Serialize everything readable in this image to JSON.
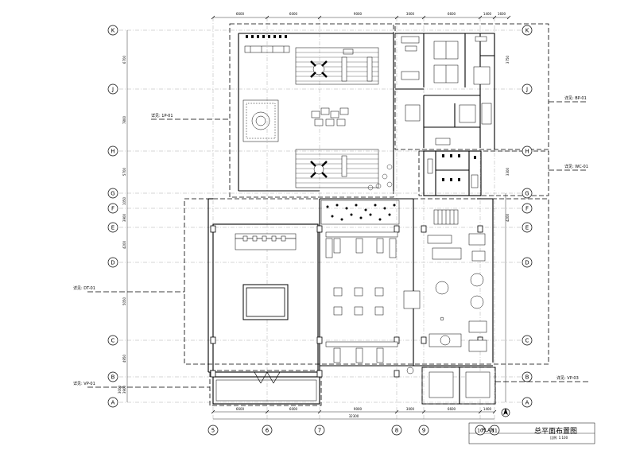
{
  "sheet": {
    "title": "总平面布置图",
    "label": "PLAN",
    "scale": "比例: 1:100"
  },
  "grid_rows": [
    {
      "id": "K"
    },
    {
      "id": "J"
    },
    {
      "id": "H"
    },
    {
      "id": "G"
    },
    {
      "id": "F"
    },
    {
      "id": "E"
    },
    {
      "id": "D"
    },
    {
      "id": "C"
    },
    {
      "id": "B"
    },
    {
      "id": "A"
    }
  ],
  "grid_cols": [
    {
      "id": "5"
    },
    {
      "id": "6"
    },
    {
      "id": "7"
    },
    {
      "id": "8"
    },
    {
      "id": "9"
    },
    {
      "id": "10"
    },
    {
      "id": "11"
    }
  ],
  "top_dims": [
    "6600",
    "6000",
    "9000",
    "3000",
    "6600",
    "1400",
    "1600"
  ],
  "bottom_dims": [
    "6600",
    "6000",
    "9000",
    "3000",
    "6600",
    "1400"
  ],
  "bottom_total": "32300",
  "left_dims": [
    "6700",
    "7800",
    "5700",
    "1050",
    "3900",
    "4200",
    "5050",
    "4950",
    "3900",
    "3000"
  ],
  "right_dims": [
    "3750",
    "3300",
    "4200"
  ],
  "callouts": [
    {
      "text": "详见: 1P-01"
    },
    {
      "text": "详见: BP-01"
    },
    {
      "text": "详见: WC-01"
    },
    {
      "text": "详见: DT-01"
    },
    {
      "text": "详见: VP-01"
    },
    {
      "text": "详见: VP-03"
    }
  ]
}
